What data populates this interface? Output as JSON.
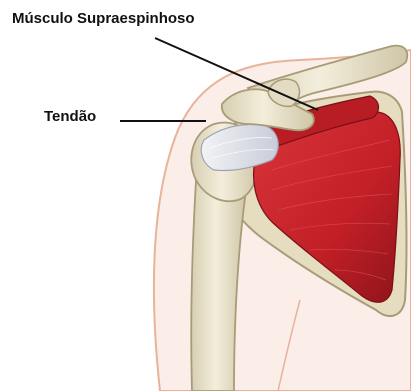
{
  "labels": {
    "muscle": "Músculo Supraespinhoso",
    "tendon": "Tendão"
  },
  "colors": {
    "skin_fill": "#fbeee8",
    "skin_outline": "#e8b39a",
    "bone_fill": "#ece6cf",
    "bone_shadow": "#cfc6a6",
    "bone_outline": "#a89c78",
    "muscle_fill": "#c8242b",
    "muscle_dark": "#8e141a",
    "tendon_fill": "#e4e6ee",
    "leader_line": "#111111"
  },
  "icons": {
    "scapula": "scapula-bone",
    "humerus": "humerus-bone",
    "clavicle": "clavicle-bone"
  }
}
